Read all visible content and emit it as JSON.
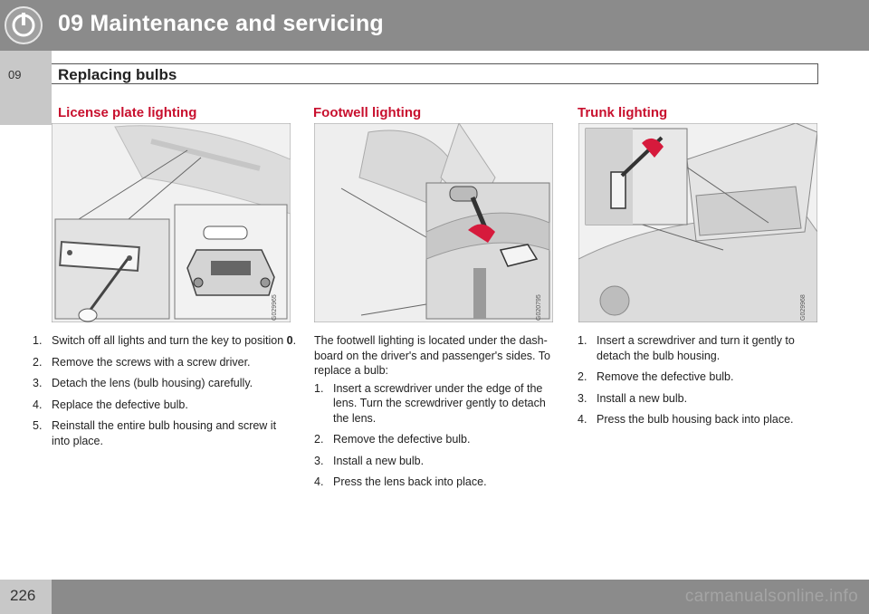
{
  "header": {
    "chapter_title": "09 Maintenance and servicing",
    "icon": "wrench-gear-icon"
  },
  "side_tab": {
    "chapter_number": "09"
  },
  "section": {
    "title": "Replacing bulbs"
  },
  "columns": [
    {
      "title": "License plate lighting",
      "figure_code": "G029965",
      "steps": [
        {
          "num": "1.",
          "text": "Switch off all lights and turn the key to position ",
          "bold": "0",
          "after": "."
        },
        {
          "num": "2.",
          "text": "Remove the screws with a screw driver."
        },
        {
          "num": "3.",
          "text": "Detach the lens (bulb housing) carefully."
        },
        {
          "num": "4.",
          "text": "Replace the defective bulb."
        },
        {
          "num": "5.",
          "text": "Reinstall the entire bulb housing and screw it into place."
        }
      ]
    },
    {
      "title": "Footwell lighting",
      "figure_code": "G020795",
      "intro": "The footwell lighting is located under the dash-board on the driver's and passenger's sides. To replace a bulb:",
      "steps": [
        {
          "num": "1.",
          "text": "Insert a screwdriver under the edge of the lens. Turn the screwdriver gently to detach the lens."
        },
        {
          "num": "2.",
          "text": "Remove the defective bulb."
        },
        {
          "num": "3.",
          "text": "Install a new bulb."
        },
        {
          "num": "4.",
          "text": "Press the lens back into place."
        }
      ]
    },
    {
      "title": "Trunk lighting",
      "figure_code": "G029968",
      "steps": [
        {
          "num": "1.",
          "text": "Insert a screwdriver and turn it gently to detach the bulb housing."
        },
        {
          "num": "2.",
          "text": "Remove the defective bulb."
        },
        {
          "num": "3.",
          "text": "Install a new bulb."
        },
        {
          "num": "4.",
          "text": "Press the bulb housing back into place."
        }
      ]
    }
  ],
  "footer": {
    "page_number": "226",
    "watermark": "carmanualsonline.info"
  },
  "colors": {
    "accent_red": "#c8102e",
    "header_gray": "#8b8b8b",
    "tab_gray": "#c8c8c8"
  }
}
